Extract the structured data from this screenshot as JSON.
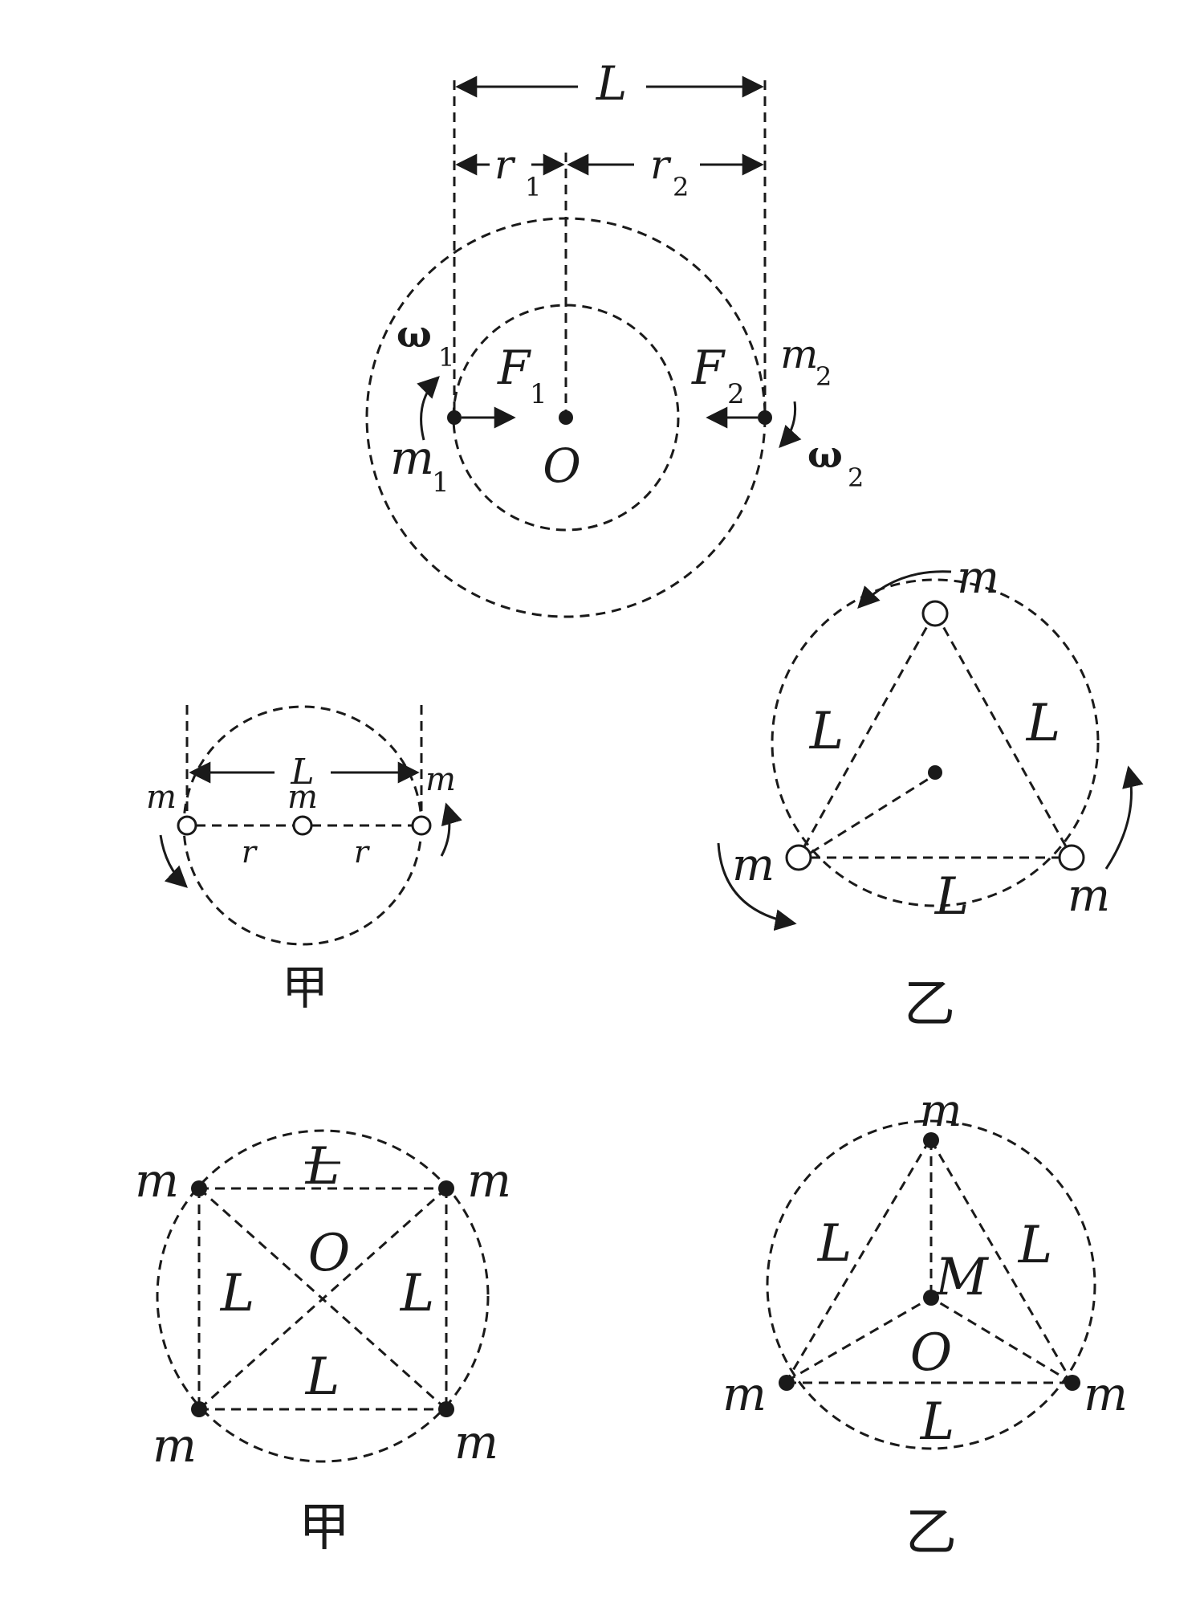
{
  "binary": {
    "L": "L",
    "r1": "r",
    "r1_sub": "1",
    "r2": "r",
    "r2_sub": "2",
    "omega1": "ω",
    "omega1_sub": "1",
    "omega2": "ω",
    "omega2_sub": "2",
    "F1": "F",
    "F1_sub": "1",
    "F2": "F",
    "F2_sub": "2",
    "m1": "m",
    "m1_sub": "1",
    "m2": "m",
    "m2_sub": "2",
    "O": "O"
  },
  "three_line": {
    "L": "L",
    "m_left": "m",
    "m_center": "m",
    "m_right": "m",
    "r_left": "r",
    "r_right": "r",
    "caption": "甲"
  },
  "three_triangle": {
    "m_top": "m",
    "m_left": "m",
    "m_right": "m",
    "L_left": "L",
    "L_right": "L",
    "L_bottom": "L",
    "caption": "乙"
  },
  "four_square": {
    "m_tl": "m",
    "m_tr": "m",
    "m_bl": "m",
    "m_br": "m",
    "L_top": "L",
    "L_left": "L",
    "L_right": "L",
    "L_bottom": "L",
    "O": "O",
    "caption": "甲"
  },
  "four_triangle_center": {
    "m_top": "m",
    "m_left": "m",
    "m_right": "m",
    "M": "M",
    "O": "O",
    "L_left": "L",
    "L_right": "L",
    "L_bottom": "L",
    "caption": "乙"
  }
}
